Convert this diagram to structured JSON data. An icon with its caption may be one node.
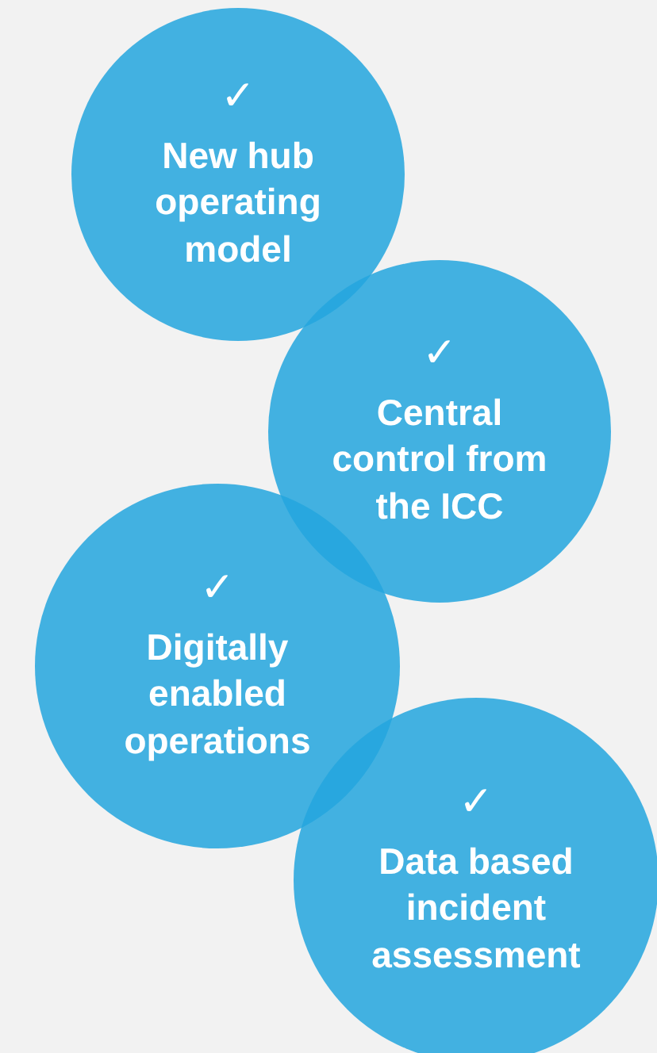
{
  "diagram": {
    "nodes": [
      {
        "text": [
          "✓",
          "New hub operating model"
        ]
      },
      {
        "text": [
          "✓",
          "Central control from the ICC"
        ]
      },
      {
        "text": [
          "✓",
          "Digitally enabled operations"
        ]
      },
      {
        "text": [
          "✓",
          "Data based incident assessment"
        ]
      }
    ]
  }
}
